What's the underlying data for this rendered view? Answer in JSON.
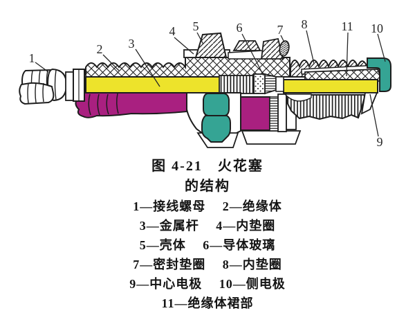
{
  "diagram": {
    "description": "spark-plug cross-section line drawing",
    "callouts": {
      "n1": "1",
      "n2": "2",
      "n3": "3",
      "n4": "4",
      "n5": "5",
      "n6": "6",
      "n7": "7",
      "n8": "8",
      "n9": "9",
      "n10": "10",
      "n11": "11"
    },
    "colors": {
      "metal_rod_yellow": "#ede32b",
      "boot_magenta": "#a92080",
      "electrode_teal": "#35a494",
      "outline_black": "#1d1d1d",
      "callout_color": "#262626"
    }
  },
  "caption": {
    "title_line1": "图 4-21　火花塞",
    "title_line2": "的结构",
    "legend_rows": [
      "1—接线螺母　 2—绝缘体",
      "3—金属杆　 4—内垫圈",
      "5—壳体　 6—导体玻璃",
      "7—密封垫圈　 8—内垫圈",
      "9—中心电极　 10—侧电极",
      "11—绝缘体裙部"
    ]
  }
}
